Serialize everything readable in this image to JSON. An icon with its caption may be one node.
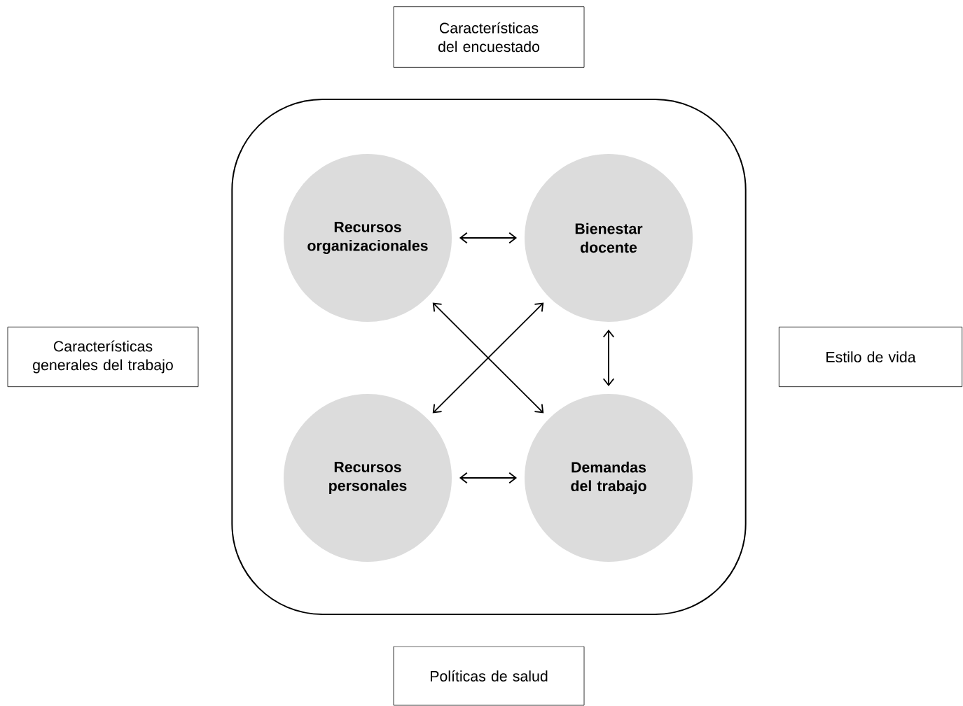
{
  "diagram": {
    "nodes": [
      {
        "text": [
          "Características del encuestado"
        ]
      },
      {
        "text": [
          "Características generales del trabajo"
        ]
      },
      {
        "text": [],
        "shape": "box"
      },
      {
        "text": [
          "Recursos organizacionales"
        ],
        "in": 2
      },
      {
        "text": [
          "Bienestar docente"
        ],
        "in": 2
      },
      {
        "text": [
          "Recursos personales"
        ],
        "in": 2
      },
      {
        "text": [
          "Demandas del trabajo"
        ],
        "in": 2
      },
      {
        "text": [
          "Estilo de vida"
        ]
      },
      {
        "text": [
          "Políticas de salud"
        ]
      }
    ],
    "edges": [
      {
        "from": 3,
        "to": 4,
        "arrow": "both"
      },
      {
        "from": 3,
        "to": 6,
        "arrow": "both"
      },
      {
        "from": 4,
        "to": 5,
        "arrow": "both"
      },
      {
        "from": 4,
        "to": 6,
        "arrow": "both"
      },
      {
        "from": 5,
        "to": 6,
        "arrow": "both"
      }
    ]
  }
}
